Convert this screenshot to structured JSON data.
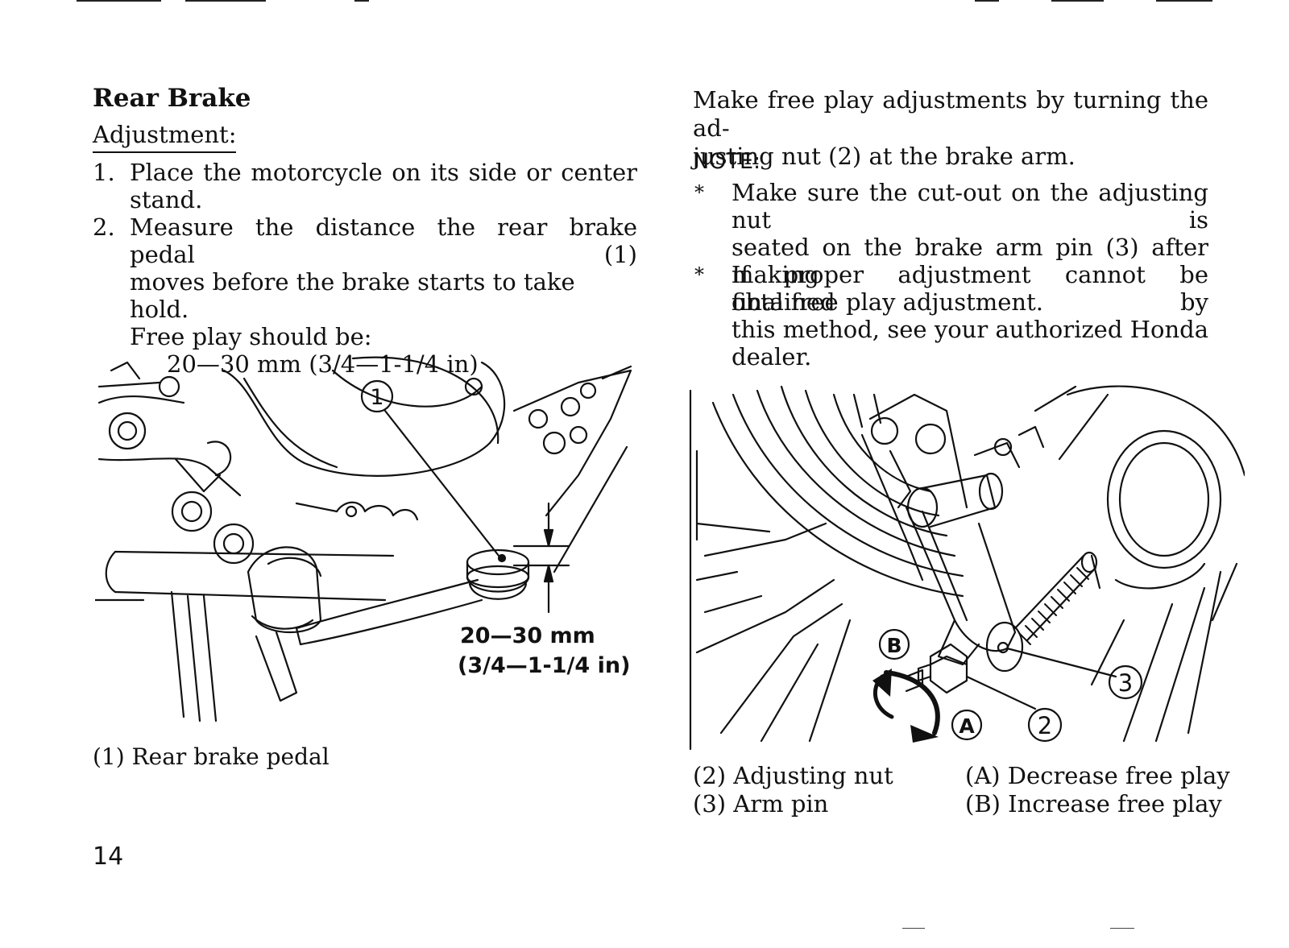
{
  "left": {
    "title": "Rear Brake",
    "subheading": "Adjustment:",
    "steps": [
      {
        "num": "1.",
        "lines": [
          "Place the motorcycle on its side or center",
          "stand."
        ]
      },
      {
        "num": "2.",
        "lines": [
          "Measure the distance the rear brake pedal (1)",
          "moves before the brake starts to take hold.",
          "Free play should be:",
          "20—30 mm (3/4—1-1/4 in)"
        ]
      }
    ],
    "figure": {
      "callout": "1",
      "dimension_line1": "20—30 mm",
      "dimension_line2": "(3/4—1-1/4 in)",
      "caption": "(1) Rear brake pedal"
    }
  },
  "right": {
    "intro_lines": [
      "Make free play adjustments by turning the ad-",
      "justing nut (2) at the brake arm."
    ],
    "note_label": "NOTE:",
    "bullets": [
      {
        "star": "*",
        "lines": [
          "Make sure the cut-out on the adjusting nut is",
          "seated on the brake arm pin (3) after making",
          "final free play adjustment."
        ]
      },
      {
        "star": "*",
        "lines": [
          "If proper adjustment cannot be obtained by",
          "this method, see your authorized Honda",
          "dealer."
        ]
      }
    ],
    "figure": {
      "callouts": [
        "B",
        "A",
        "2",
        "3"
      ],
      "captions": [
        "(2) Adjusting nut",
        "(3) Arm pin",
        "(A) Decrease free play",
        "(B) Increase free play"
      ]
    }
  },
  "page_number": "14"
}
